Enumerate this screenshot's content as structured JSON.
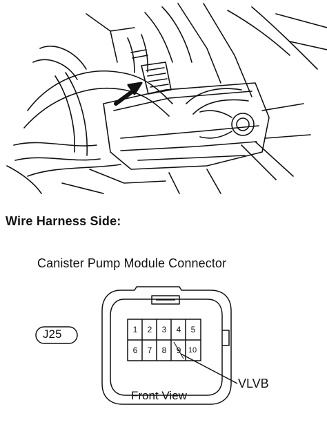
{
  "heading": "Wire Harness Side:",
  "connector": {
    "title": "Canister Pump Module Connector",
    "code": "J25",
    "view": "Front View",
    "pins_row1": [
      "1",
      "2",
      "3",
      "4",
      "5"
    ],
    "pins_row2": [
      "6",
      "7",
      "8",
      "9",
      "10"
    ],
    "signal_label": "VLVB"
  },
  "colors": {
    "line": "#111111",
    "background": "#ffffff",
    "arrow": "#111111"
  }
}
